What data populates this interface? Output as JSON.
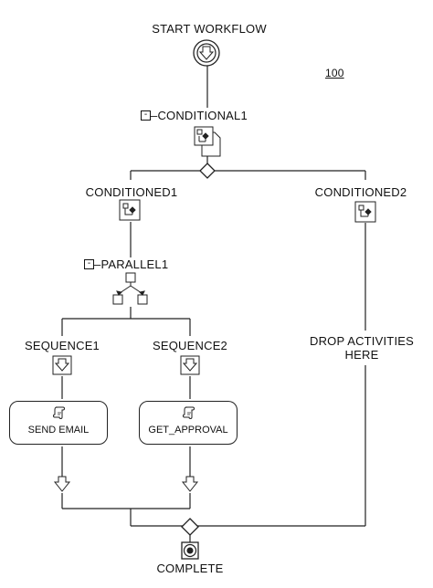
{
  "start_label": "START WORKFLOW",
  "reference_number": "100",
  "conditional": {
    "toggle": "-",
    "label": "CONDITIONAL1"
  },
  "branches": {
    "left": {
      "label": "CONDITIONED1"
    },
    "right": {
      "label": "CONDITIONED2",
      "placeholder_line1": "DROP ACTIVITIES",
      "placeholder_line2": "HERE"
    }
  },
  "parallel": {
    "toggle": "-",
    "label": "PARALLEL1"
  },
  "sequences": [
    {
      "label": "SEQUENCE1",
      "activity": "SEND EMAIL"
    },
    {
      "label": "SEQUENCE2",
      "activity": "GET_APPROVAL"
    }
  ],
  "end_label": "COMPLETE"
}
